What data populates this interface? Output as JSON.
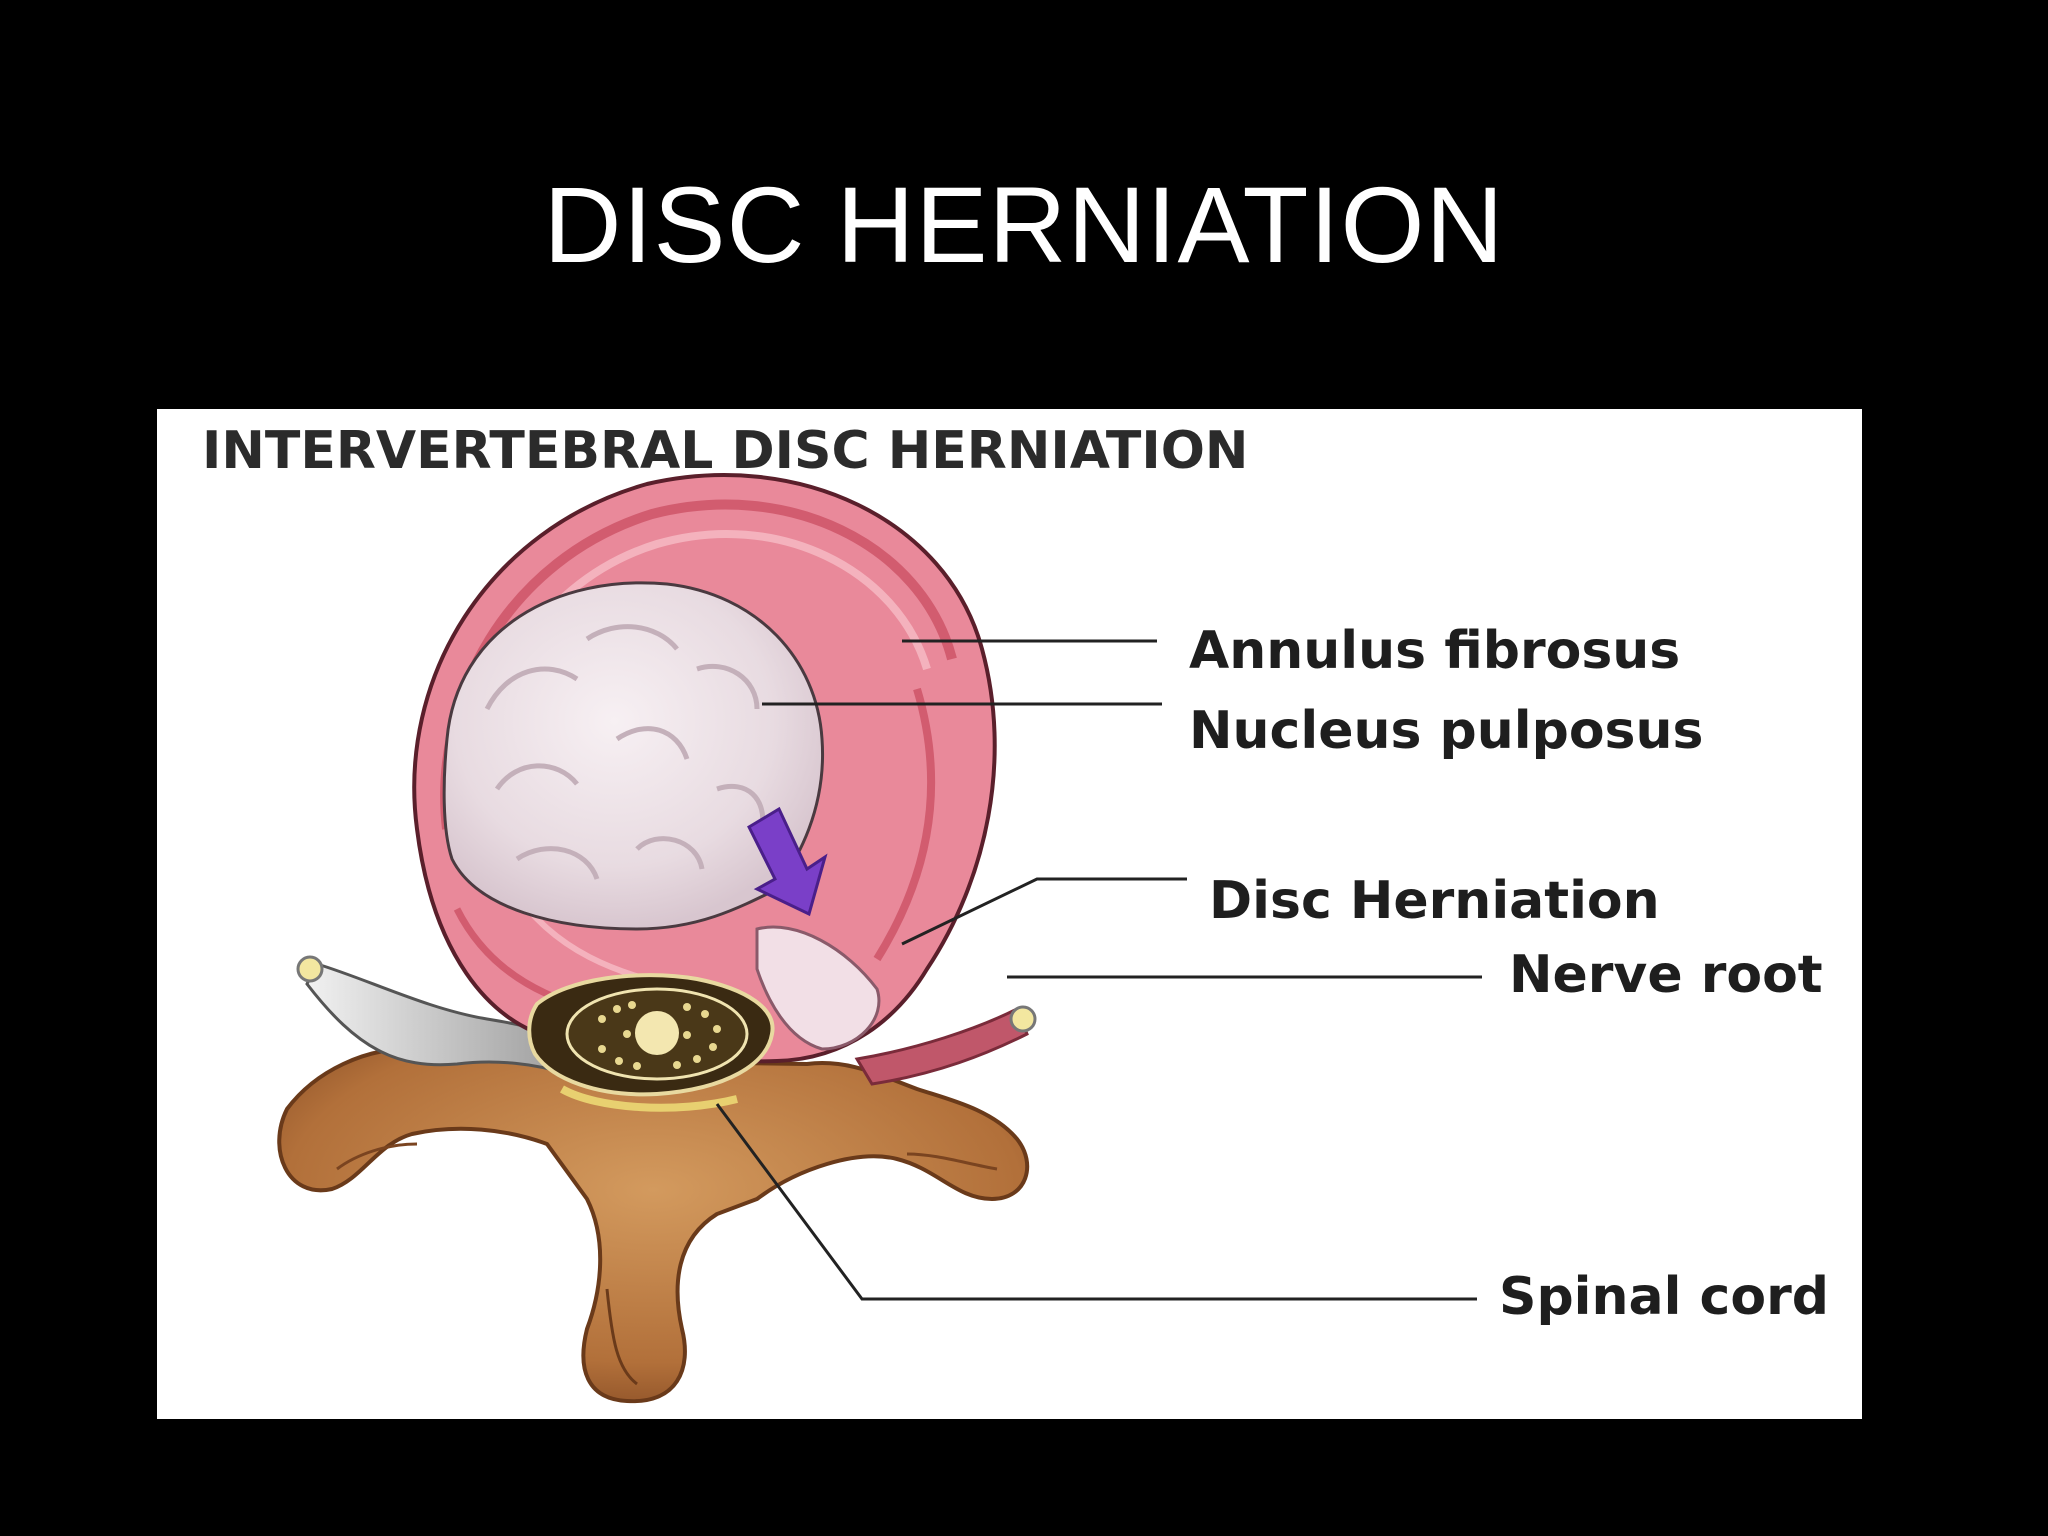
{
  "slide": {
    "title": "DISC HERNIATION",
    "background_color": "#000000",
    "title_color": "#ffffff"
  },
  "figure": {
    "heading": "INTERVERTEBRAL DISC HERNIATION",
    "labels": {
      "annulus": "Annulus fibrosus",
      "nucleus": "Nucleus pulposus",
      "herniation": "Disc Herniation",
      "nerve_root": "Nerve root",
      "spinal_cord": "Spinal cord"
    },
    "colors": {
      "annulus": "#e87f8e",
      "annulus_dark": "#c8485c",
      "nucleus": "#ece0e6",
      "bone": "#b9773f",
      "bone_dark": "#7a4420",
      "nerve": "#d8d8d8",
      "arrow": "#7a3fc8"
    },
    "icons": [
      "down-right-arrow-icon"
    ]
  }
}
